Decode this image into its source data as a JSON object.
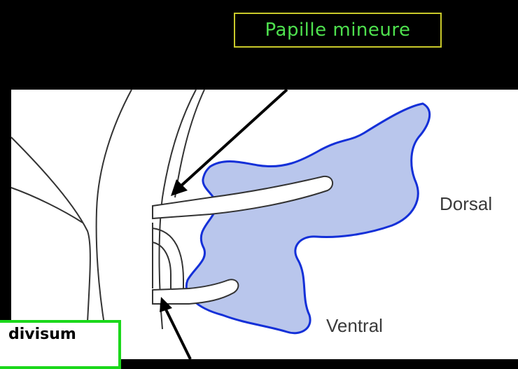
{
  "callout": {
    "text": "Papille mineure"
  },
  "labels": {
    "dorsal": "Dorsal",
    "ventral": "Ventral"
  },
  "corner_box": {
    "text": "divisum"
  },
  "colors": {
    "background": "#000000",
    "panel": "#ffffff",
    "pancreas_fill": "#b9c6ec",
    "pancreas_outline": "#1430d8",
    "callout_border": "#c9c92a",
    "callout_text": "#4ee04e",
    "label_border": "#1bd81b"
  }
}
